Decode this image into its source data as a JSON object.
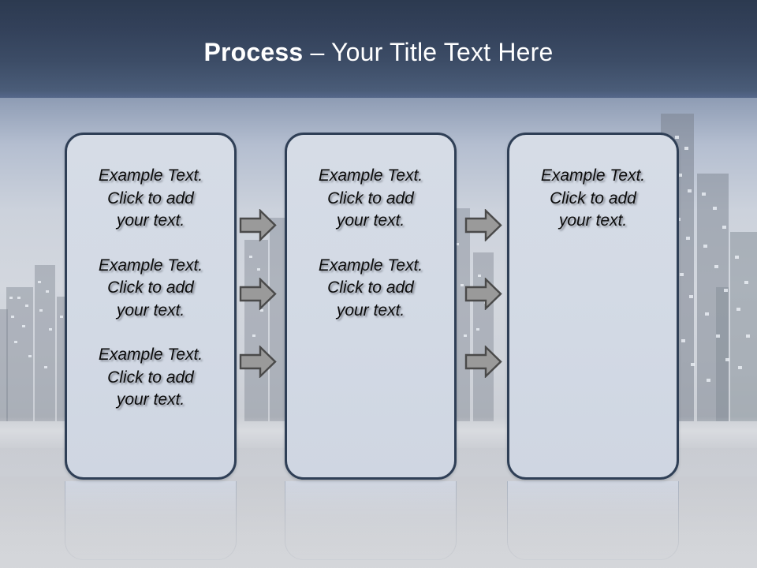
{
  "slide": {
    "title": {
      "bold_part": "Process",
      "rest_part": " – Your Title Text Here"
    },
    "theme": {
      "title_color": "#ffffff",
      "header_band_color": "#33415a",
      "box_fill_color": "#d4dae5",
      "box_border_color": "#2f3f56",
      "arrow_fill_color": "#9a9a9a",
      "arrow_border_color": "#4a4a4a",
      "body_text_color": "#0b0b0b"
    },
    "boxes": [
      {
        "id": "box-1",
        "blocks": [
          "Example Text.\nClick  to add\nyour text.",
          "Example Text.\nClick  to add\nyour text.",
          "Example Text.\nClick  to add\nyour text."
        ]
      },
      {
        "id": "box-2",
        "blocks": [
          "Example Text.\nClick  to add\nyour text.",
          "Example Text.\nClick  to add\nyour text."
        ]
      },
      {
        "id": "box-3",
        "blocks": [
          "Example Text.\nClick  to add\nyour text."
        ]
      }
    ],
    "arrow_columns": [
      {
        "id": "arrows-col-1",
        "count": 3
      },
      {
        "id": "arrows-col-2",
        "count": 3
      }
    ]
  }
}
